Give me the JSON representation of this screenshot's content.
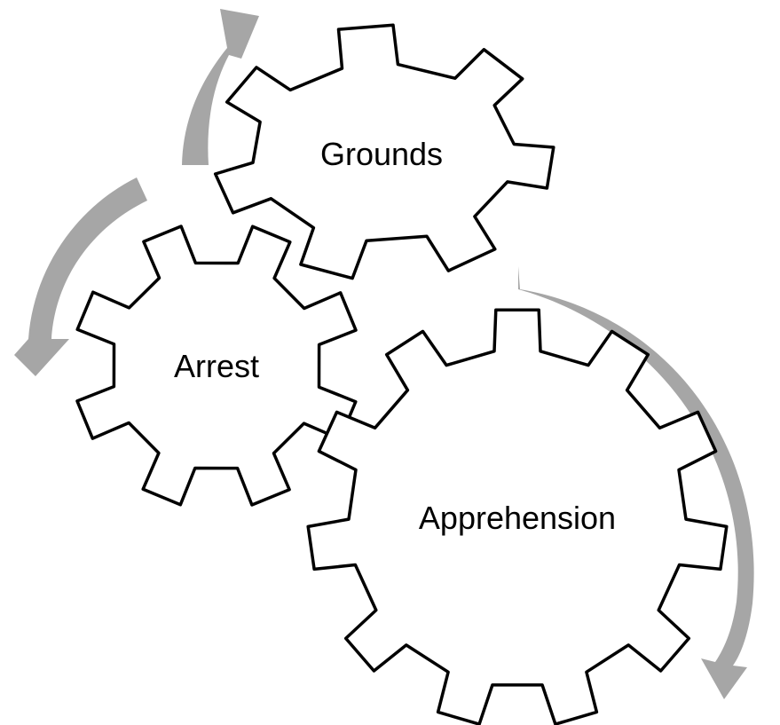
{
  "colors": {
    "background": "#ffffff",
    "gear_fill": "#ffffff",
    "gear_stroke": "#000000",
    "arrow": "#a6a6a6",
    "text": "#000000"
  },
  "gears": [
    {
      "id": "grounds",
      "label": "Grounds",
      "teeth": 7
    },
    {
      "id": "arrest",
      "label": "Arrest",
      "teeth": 8
    },
    {
      "id": "apprehension",
      "label": "Apprehension",
      "teeth": 11
    }
  ],
  "arrows": [
    {
      "id": "arrow-top",
      "direction": "clockwise"
    },
    {
      "id": "arrow-left",
      "direction": "counter-clockwise"
    },
    {
      "id": "arrow-right",
      "direction": "clockwise"
    }
  ]
}
